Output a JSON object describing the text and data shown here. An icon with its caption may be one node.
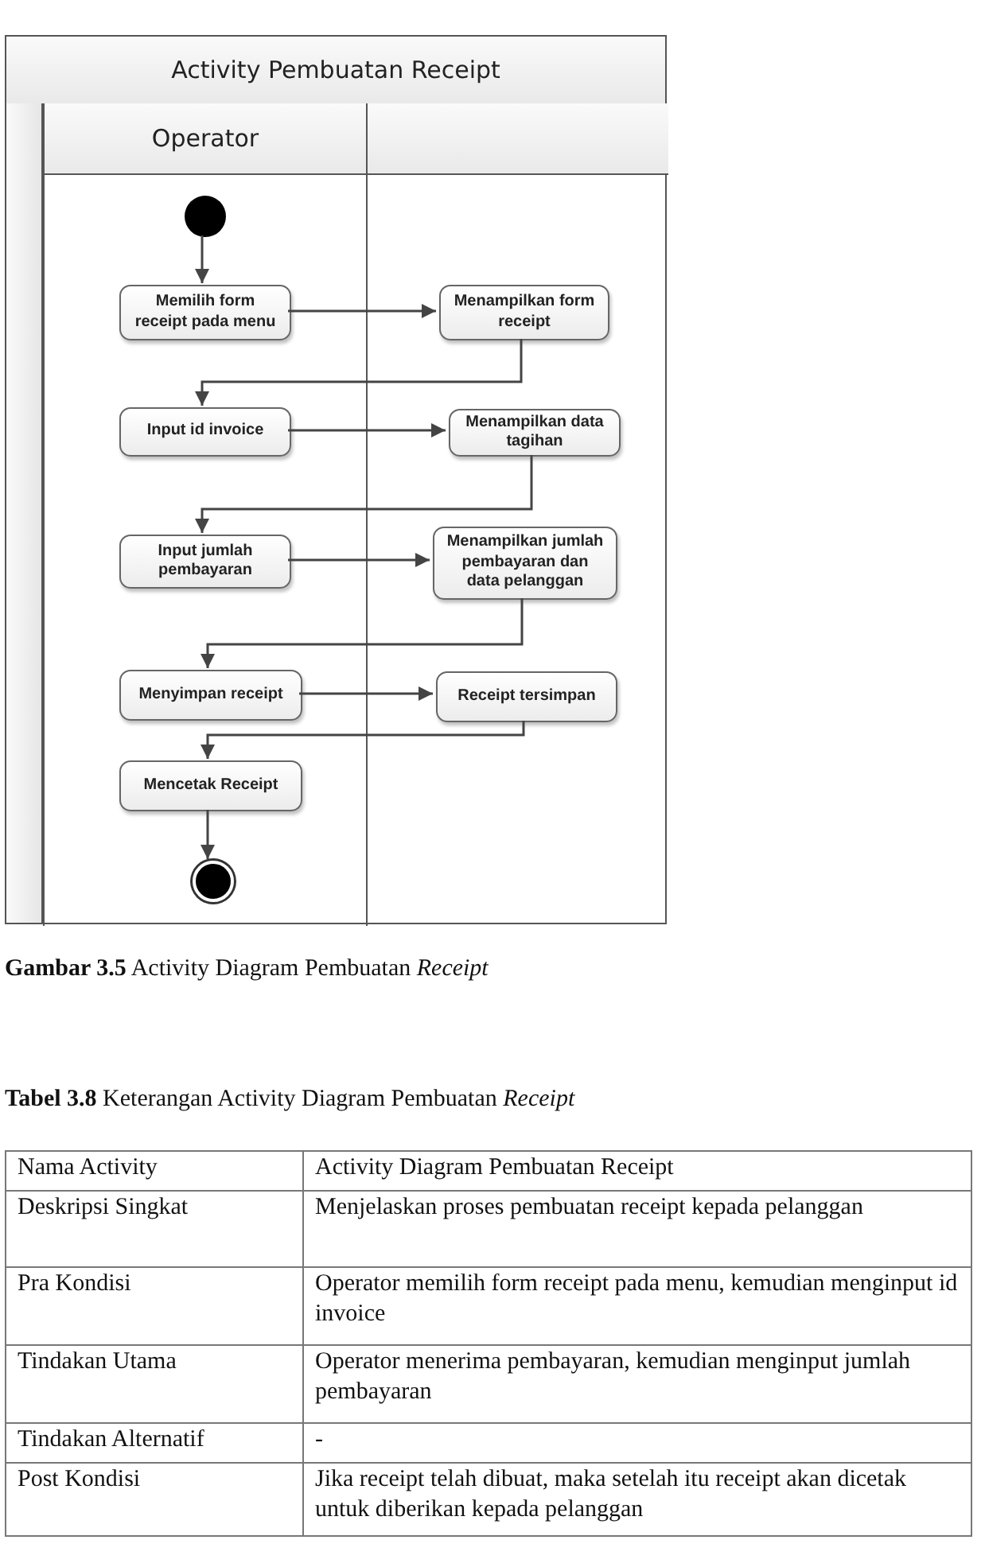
{
  "diagram": {
    "caption": "**Gambar 3.5** Activity Diagram Pembuatan *Receipt*",
    "nodes": [
      {
        "text": [
          "Activity Pembuatan Receipt"
        ]
      },
      {
        "text": [
          "Operator"
        ],
        "in": 0
      },
      {
        "text": [],
        "shape": "box",
        "in": 0
      },
      {
        "text": [],
        "shape": "circle",
        "in": 1
      },
      {
        "text": [
          "Memilih form receipt pada menu"
        ],
        "in": 1
      },
      {
        "text": [
          "Menampilkan form receipt"
        ],
        "in": 2
      },
      {
        "text": [
          "Input id invoice"
        ],
        "in": 1
      },
      {
        "text": [
          "Menampilkan data tagihan"
        ],
        "in": 2
      },
      {
        "text": [
          "Input jumlah pembayaran"
        ],
        "in": 1
      },
      {
        "text": [
          "Menampilkan jumlah pembayaran dan data pelanggan"
        ],
        "in": 2
      },
      {
        "text": [
          "Menyimpan receipt"
        ],
        "in": 1
      },
      {
        "text": [
          "Receipt tersimpan"
        ],
        "in": 2
      },
      {
        "text": [
          "Mencetak Receipt"
        ],
        "in": 1
      },
      {
        "text": [],
        "shape": "circle",
        "in": 1
      }
    ],
    "edges": [
      {
        "from": 3,
        "to": 4,
        "arrow": "to"
      },
      {
        "from": 4,
        "to": 5,
        "arrow": "to"
      },
      {
        "from": 5,
        "to": 6,
        "arrow": "to"
      },
      {
        "from": 6,
        "to": 7,
        "arrow": "to"
      },
      {
        "from": 7,
        "to": 8,
        "arrow": "to"
      },
      {
        "from": 8,
        "to": 9,
        "arrow": "to"
      },
      {
        "from": 9,
        "to": 10,
        "arrow": "to"
      },
      {
        "from": 10,
        "to": 11,
        "arrow": "to"
      },
      {
        "from": 11,
        "to": 12,
        "arrow": "to"
      },
      {
        "from": 12,
        "to": 13,
        "arrow": "to"
      }
    ],
    "labels": [
      "**Tabel 3.8** Keterangan Activity Diagram Pembuatan *Receipt*",
      "Nama Activity",
      "Activity Diagram Pembuatan Receipt",
      "Deskripsi Singkat",
      "Menjelaskan proses pembuatan receipt kepada pelanggan",
      "Pra Kondisi",
      "Operator memilih form receipt pada menu, kemudian menginput id invoice",
      "Tindakan Utama",
      "Operator menerima pembayaran, kemudian menginput jumlah pembayaran",
      "Tindakan Alternatif",
      "-",
      "Post Kondisi",
      "Jika receipt telah dibuat, maka setelah itu receipt akan dicetak untuk diberikan kepada pelanggan"
    ]
  }
}
